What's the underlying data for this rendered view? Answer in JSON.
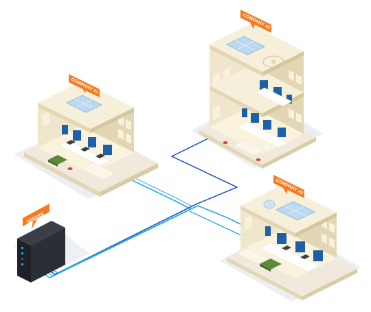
{
  "labels": {
    "company1": "COMPANY #1",
    "company2": "COMPANY #2",
    "company3": "COMPANY #3",
    "server": "SERVER"
  },
  "colors": {
    "tag": "#f47b20",
    "cable_light": "#29a9e0",
    "cable_dark": "#2857c8",
    "wall": "#efe6cc",
    "wall_side": "#e2d6b5",
    "floor": "#faf4df",
    "ground_shadow": "#e9ebee",
    "monitor": "#1d5fa8",
    "server": "#1e2128"
  },
  "icons": {
    "skylight": "skylight-icon",
    "helipad": "helipad-icon",
    "router": "router-icon",
    "bench": "bench-icon",
    "satellite_dish": "dish-icon"
  }
}
